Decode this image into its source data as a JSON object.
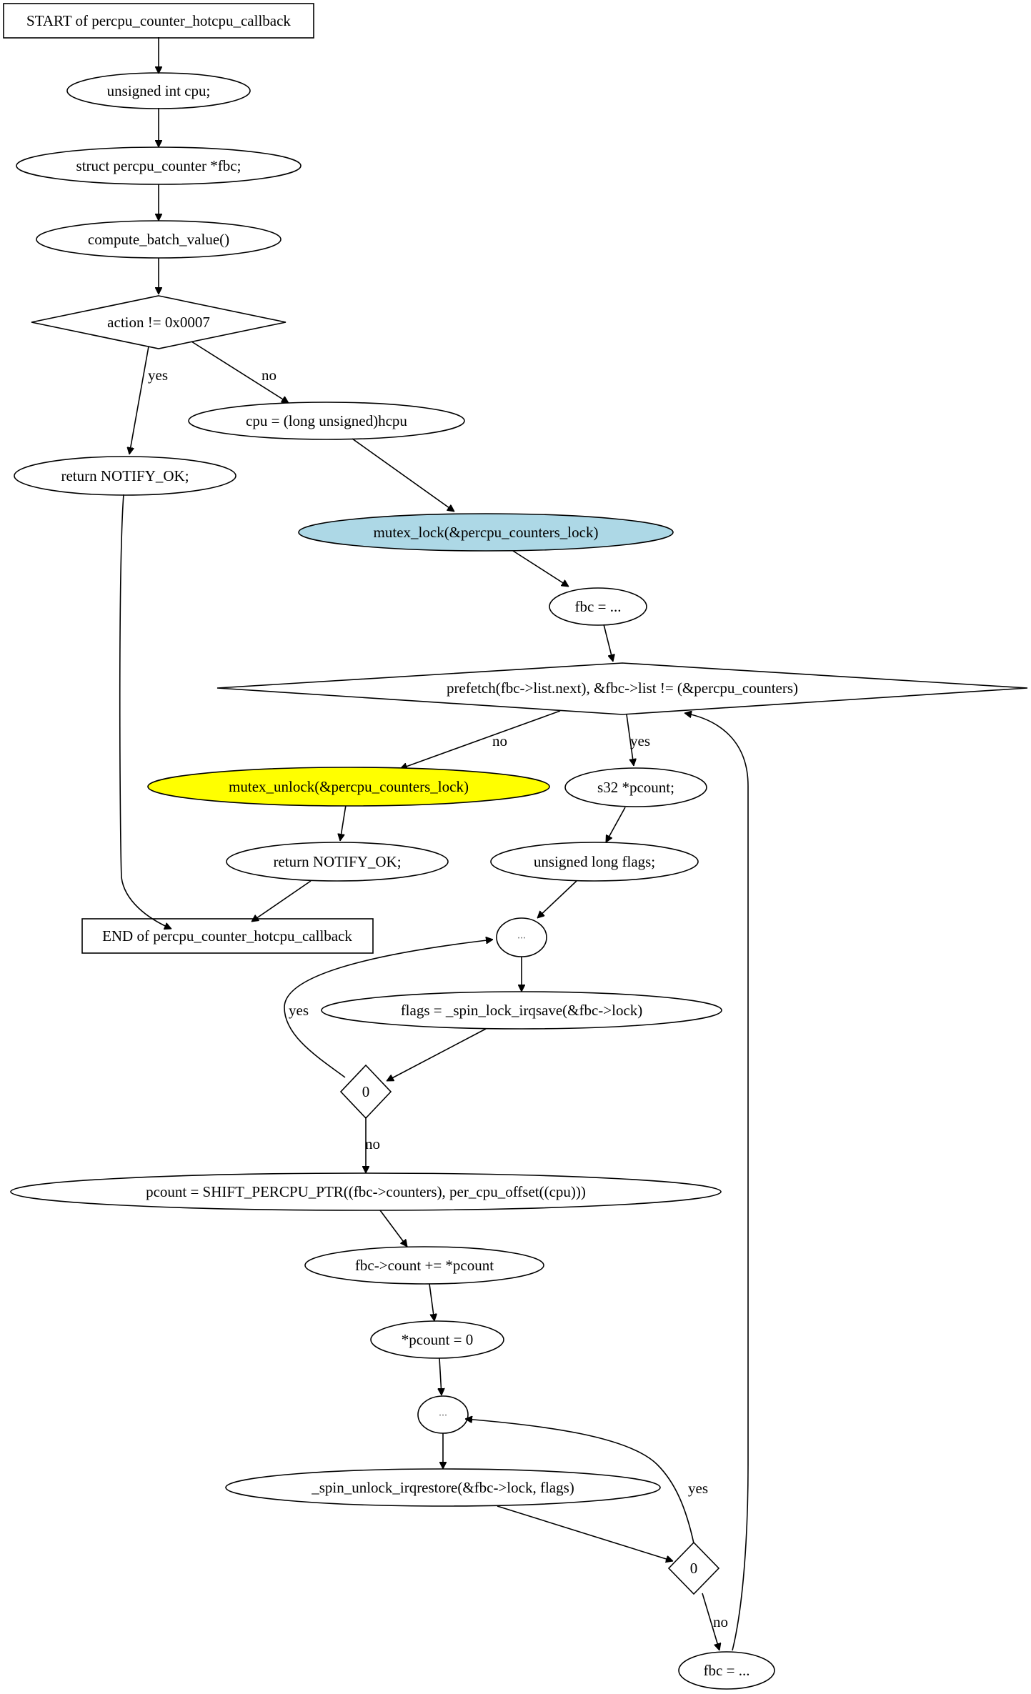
{
  "diagram": {
    "nodes": {
      "start": "START of percpu_counter_hotcpu_callback",
      "n_cpu_decl": "unsigned int cpu;",
      "n_fbc_decl": "struct percpu_counter *fbc;",
      "n_compute": "compute_batch_value()",
      "d_action": "action != 0x0007",
      "n_return1": "return NOTIFY_OK;",
      "n_cpu_assign": "cpu = (long unsigned)hcpu",
      "n_mutex_lock": "mutex_lock(&percpu_counters_lock)",
      "n_fbc1": "fbc = ...",
      "d_prefetch": "prefetch(fbc->list.next), &fbc->list != (&percpu_counters)",
      "n_mutex_unlock": "mutex_unlock(&percpu_counters_lock)",
      "n_s32": "s32 *pcount;",
      "n_return2": "return NOTIFY_OK;",
      "n_flags_decl": "unsigned long flags;",
      "end": "END of percpu_counter_hotcpu_callback",
      "n_dots1": "...",
      "n_spin_lock": "flags = _spin_lock_irqsave(&fbc->lock)",
      "d_zero1": "0",
      "n_pcount_assign": "pcount = SHIFT_PERCPU_PTR((fbc->counters), per_cpu_offset((cpu)))",
      "n_count_add": "fbc->count += *pcount",
      "n_pcount_zero": "*pcount = 0",
      "n_dots2": "...",
      "n_spin_unlock": "_spin_unlock_irqrestore(&fbc->lock, flags)",
      "d_zero2": "0",
      "n_fbc2": "fbc = ..."
    },
    "edge_labels": {
      "action_yes": "yes",
      "action_no": "no",
      "prefetch_no": "no",
      "prefetch_yes": "yes",
      "zero1_yes": "yes",
      "zero1_no": "no",
      "zero2_yes": "yes",
      "zero2_no": "no"
    },
    "colors": {
      "mutex_lock_fill": "#add8e6",
      "mutex_unlock_fill": "#ffff00",
      "stroke": "#000000"
    }
  }
}
